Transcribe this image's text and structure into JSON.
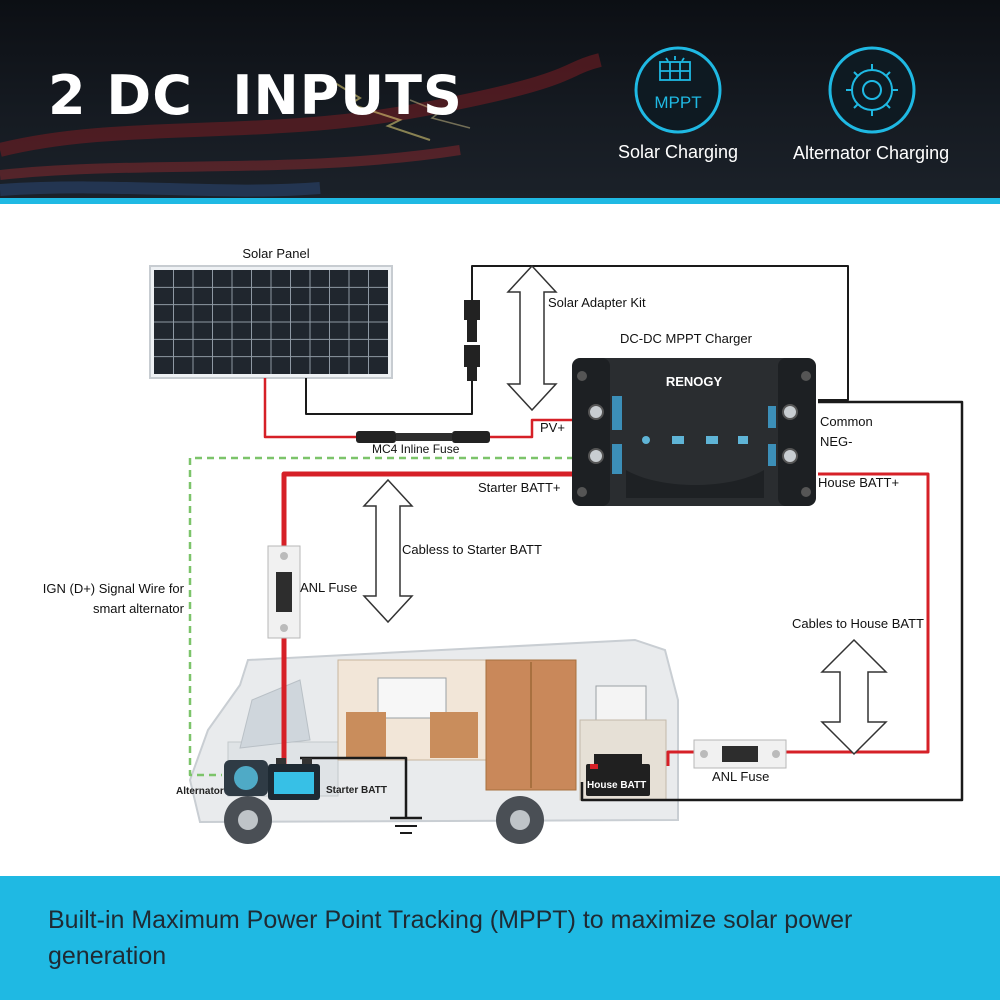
{
  "header": {
    "headline": "2 DC  INPUTS",
    "badges": [
      {
        "icon": "solar-mppt-icon",
        "icon_text": "MPPT",
        "label": "Solar Charging"
      },
      {
        "icon": "alternator-icon",
        "label": "Alternator Charging"
      }
    ],
    "accent_color": "#1fb9e3"
  },
  "diagram": {
    "labels": {
      "solar_panel": "Solar Panel",
      "solar_adapter_kit": "Solar Adapter Kit",
      "charger": "DC-DC MPPT Charger",
      "brand": "RENOGY",
      "pv_plus": "PV+",
      "common": "Common",
      "neg": "NEG-",
      "inline_fuse": "MC4 Inline Fuse",
      "starter_batt_plus": "Starter BATT+",
      "house_batt_plus": "House BATT+",
      "cables_starter": "Cabless to Starter BATT",
      "anl_fuse_left": "ANL Fuse",
      "ign_line1": "IGN (D+) Signal Wire for",
      "ign_line2": "smart alternator",
      "cables_house": "Cables to House BATT",
      "anl_fuse_right": "ANL Fuse",
      "alternator": "Alternator",
      "starter_batt": "Starter BATT",
      "house_batt": "House BATT"
    },
    "colors": {
      "positive_wire": "#d62027",
      "negative_wire": "#1a1a1a",
      "signal_wire": "#7cc46a",
      "charger_body": "#2a2d30"
    }
  },
  "footer": {
    "text": "Built-in Maximum Power Point Tracking (MPPT) to maximize solar power generation"
  }
}
